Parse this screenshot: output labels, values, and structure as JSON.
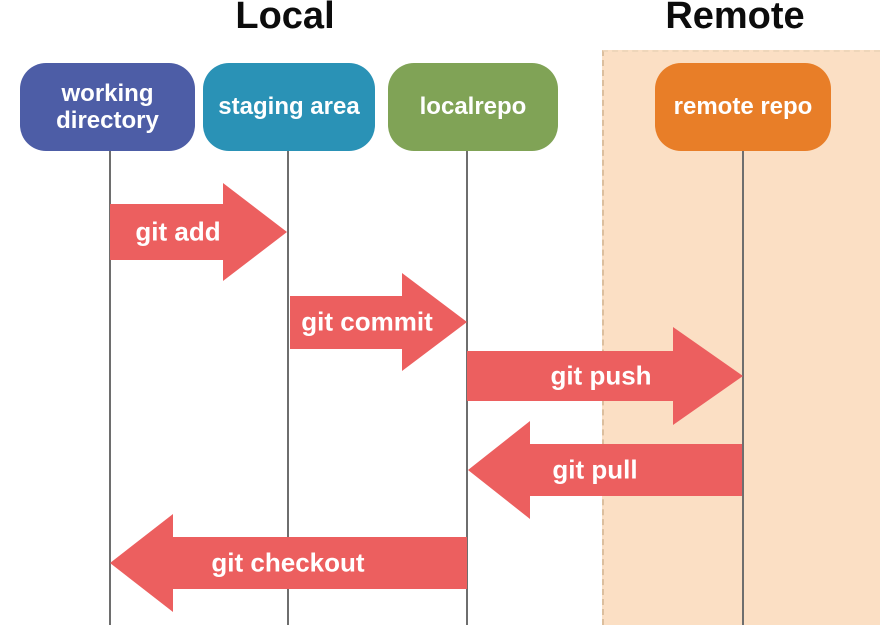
{
  "titles": {
    "local": "Local",
    "remote": "Remote"
  },
  "nodes": [
    {
      "id": "working-directory",
      "label": "working directory",
      "color": "#4d5da6"
    },
    {
      "id": "staging-area",
      "label": "staging area",
      "color": "#2a92b6"
    },
    {
      "id": "localrepo",
      "label": "localrepo",
      "color": "#80a356"
    },
    {
      "id": "remote-repo",
      "label": "remote repo",
      "color": "#e87e28"
    }
  ],
  "arrows": [
    {
      "label": "git add",
      "from": "working-directory",
      "to": "staging-area",
      "direction": "right"
    },
    {
      "label": "git commit",
      "from": "staging-area",
      "to": "localrepo",
      "direction": "right"
    },
    {
      "label": "git push",
      "from": "localrepo",
      "to": "remote-repo",
      "direction": "right"
    },
    {
      "label": "git pull",
      "from": "remote-repo",
      "to": "localrepo",
      "direction": "left"
    },
    {
      "label": "git checkout",
      "from": "localrepo",
      "to": "working-directory",
      "direction": "left"
    }
  ],
  "colors": {
    "arrow": "#ec5f5f",
    "remote_background": "#fbdfc4",
    "lifeline": "#6e6e6e",
    "working_directory": "#4d5da6",
    "staging_area": "#2a92b6",
    "localrepo": "#80a356",
    "remote_repo": "#e87e28"
  }
}
